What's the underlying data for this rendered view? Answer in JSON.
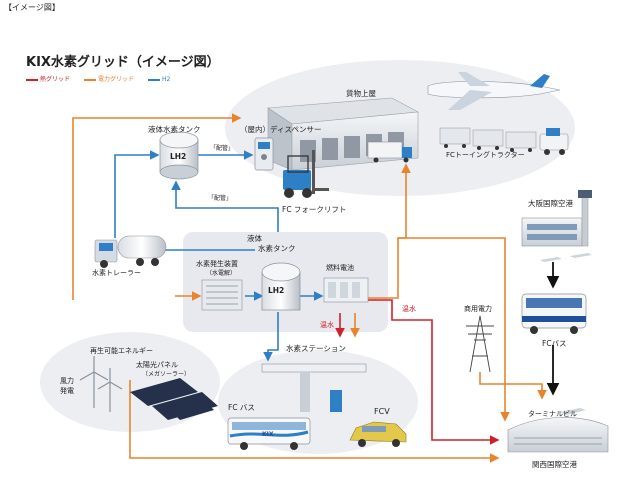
{
  "caption": "【イメージ図】",
  "title": "KIX水素グリッド（イメージ図）",
  "legend": [
    {
      "label": "熱グリッド",
      "color": "#d0212a"
    },
    {
      "label": "電力グリッド",
      "color": "#e8842c"
    },
    {
      "label": "H2",
      "color": "#2e7fc6"
    }
  ],
  "labels": {
    "cargo_building": "貨物上屋",
    "liquid_tank": "液体水素タンク",
    "dispenser": "（屋内）ディスペンサー",
    "delivery_top": "「配管」",
    "delivery_mid": "「配管」",
    "fc_forklift": "FC フォークリフト",
    "fc_towing": "FCトーイングトラクター",
    "osaka_airport": "大阪国際空港",
    "hydrogen_trailer": "水素トレーラー",
    "liquid_tank2_line1": "液体",
    "liquid_tank2_line2": "水素タンク",
    "generator": "水素発生装置",
    "generator_sub": "（水電解）",
    "fuel_cell": "燃料電池",
    "hot_water_right": "温水",
    "hot_water_mid": "温水",
    "commercial_power": "商用電力",
    "fc_bus_right": "FCバス",
    "renewable": "再生可能エネルギー",
    "wind_line1": "風力",
    "wind_line2": "発電",
    "solar_line1": "太陽光パネル",
    "solar_line2": "（メガソーラー）",
    "hydrogen_station": "水素ステーション",
    "fc_bus_bottom": "FC バス",
    "fcv": "FCV",
    "terminal": "ターミナルビル",
    "kansai_airport": "関西国際空港",
    "bus_plate": "KIX",
    "lh2_top": "LH2",
    "lh2_mid": "LH2"
  },
  "colors": {
    "heat": "#d0212a",
    "power": "#e8842c",
    "h2": "#2e7fc6",
    "zone": "#eceef2",
    "black": "#111111"
  }
}
